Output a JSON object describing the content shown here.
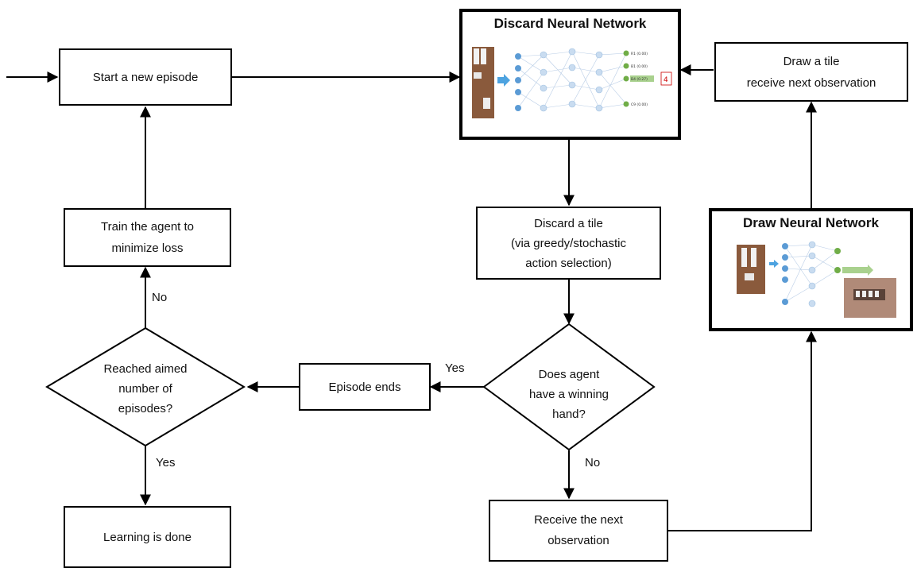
{
  "nodes": {
    "start_episode": "Start a new episode",
    "discard_nn_title": "Discard Neural Network",
    "draw_tile": [
      "Draw a tile",
      "receive next observation"
    ],
    "train_agent": [
      "Train the agent",
      "to",
      "minimize loss"
    ],
    "discard_tile": [
      "Discard a tile",
      "(via greedy/stochastic",
      "action selection)"
    ],
    "draw_nn_title": "Draw Neural Network",
    "reached_aimed": [
      "Reached aimed",
      "number of",
      "episodes?"
    ],
    "episode_ends": "Episode ends",
    "winning_hand": [
      "Does agent",
      "have a winning",
      "hand?"
    ],
    "learning_done": "Learning is done",
    "receive_next": [
      "Receive the next",
      "observation"
    ]
  },
  "edge_labels": {
    "no_train": "No",
    "yes_episode": "Yes",
    "yes_learning": "Yes",
    "no_receive": "No"
  },
  "discard_nn_outputs": [
    "R1 (0.00)",
    "B1 (0.00)",
    "B4 (0.27)",
    "C9 (0.00)"
  ],
  "discard_nn_result": "4",
  "colors": {
    "node_blue": "#5b9bd5",
    "node_light": "#c9dcf0",
    "node_green": "#70ad47",
    "arrow": "#000000"
  }
}
